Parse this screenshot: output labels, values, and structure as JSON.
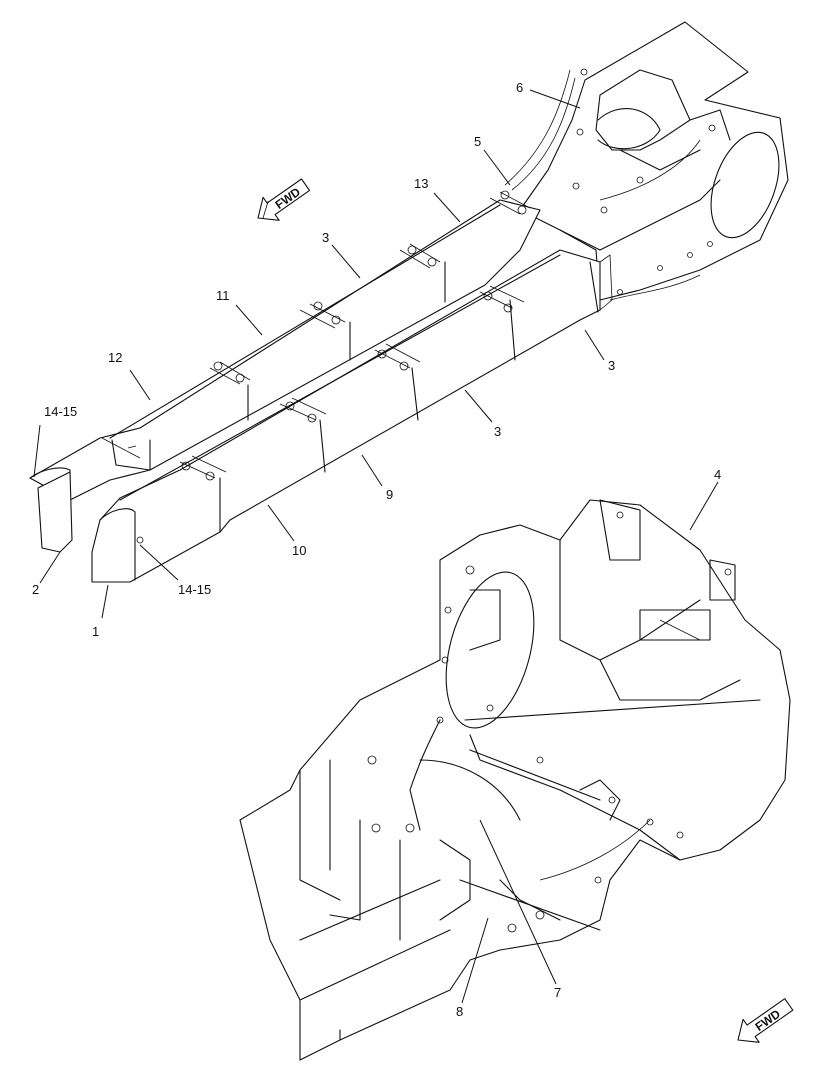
{
  "figure": {
    "fwd_top": "FWD",
    "fwd_bottom": "FWD"
  },
  "callouts": [
    {
      "id": "c1",
      "label": "1"
    },
    {
      "id": "c2",
      "label": "2"
    },
    {
      "id": "c14a",
      "label": "14-15"
    },
    {
      "id": "c14b",
      "label": "14-15"
    },
    {
      "id": "c12",
      "label": "12"
    },
    {
      "id": "c11",
      "label": "11"
    },
    {
      "id": "c3a",
      "label": "3"
    },
    {
      "id": "c13",
      "label": "13"
    },
    {
      "id": "c5",
      "label": "5"
    },
    {
      "id": "c6",
      "label": "6"
    },
    {
      "id": "c3b",
      "label": "3"
    },
    {
      "id": "c3c",
      "label": "3"
    },
    {
      "id": "c9",
      "label": "9"
    },
    {
      "id": "c10",
      "label": "10"
    },
    {
      "id": "c4",
      "label": "4"
    },
    {
      "id": "c7",
      "label": "7"
    },
    {
      "id": "c8",
      "label": "8"
    }
  ]
}
